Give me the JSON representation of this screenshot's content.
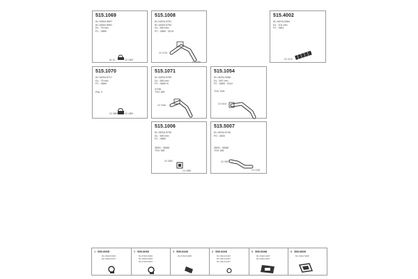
{
  "cards": {
    "c1": {
      "code": "515.1069",
      "specs": "81.15304.5597\n81.15304.5591\nDL : 75 mm\nFC : 0859",
      "l1": "81.10...",
      "l2": "C0 1569"
    },
    "c2": {
      "code": "515.1008",
      "specs": "81.15204.5751\n81.15204.5754\nDL : 590 mm\nFC : 0859 · 0219",
      "l1": "C0 0715",
      "l2": "C0 1186"
    },
    "c3": {
      "code": "515.4002",
      "specs": "81.15210.0064\nDL : 101 mm\nFC : 0811",
      "l1": "C0 0172"
    },
    "c4": {
      "code": "515.1070",
      "specs": "81.15204.5717\nDL : 75 mm\nFC : 0859",
      "note": "Pos. 2",
      "l1": "C0 0859",
      "l2": "C0 1859"
    },
    "c5": {
      "code": "515.1071",
      "specs": "81.15204.5753\nDL : 590 mm\nFC : 0859 %",
      "note": "37/36\nTGV 185",
      "l1": "C0 0318"
    },
    "c6": {
      "code": "515.1054",
      "specs": "81.15204.0066\nDL : 557 mm\nFC : 0859 · 0110",
      "note": "TGV 70/5",
      "l1": "C0 0104"
    },
    "c7": {
      "code": "515.1006",
      "specs": "81.15204.5735\nDL : 590 mm\nFC : 0859",
      "note": "35/91 · 35/86\nTGV 185",
      "l1": "C0 0592",
      "l2": "C0 2655"
    },
    "c8": {
      "code": "515.5007",
      "specs": "81.15204.5749\nFD : 4500",
      "note": "35/91 · 35/86\nTGV 185",
      "l1": "C0 0592",
      "l2": "C0 1018"
    }
  },
  "strip": [
    {
      "n": "1",
      "code": "500.0065",
      "sub": "81.15403.6030\n81.15403.6072"
    },
    {
      "n": "2",
      "code": "500.0066",
      "sub": "81.07403.0066\n81.15403.6026\n81.07403.5002"
    },
    {
      "n": "3",
      "code": "500.0446",
      "sub": "81.07403.0095"
    },
    {
      "n": "4",
      "code": "500.0266",
      "sub": "81.15210.0437\n81.15210.0297\n81.15210.0427"
    },
    {
      "n": "5",
      "code": "500.0088",
      "sub": "81.15110.0297\n81.15110.0427"
    },
    {
      "n": "6",
      "code": "500.0809",
      "sub": "81.15110.5269"
    }
  ]
}
